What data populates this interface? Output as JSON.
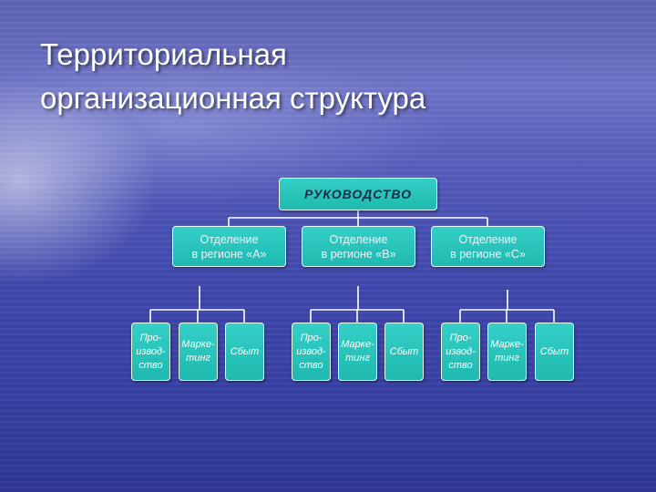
{
  "slide": {
    "title_line1": "Территориальная",
    "title_line2": "организационная структура"
  },
  "org_chart": {
    "root": "РУКОВОДСТВО",
    "departments": [
      {
        "label": "Отделение\nв регионе «А»",
        "units": [
          "Про-\nизвод-\nство",
          "Марке-\nтинг",
          "Сбыт"
        ]
      },
      {
        "label": "Отделение\nв регионе «В»",
        "units": [
          "Про-\nизвод-\nство",
          "Марке-\nтинг",
          "Сбыт"
        ]
      },
      {
        "label": "Отделение\nв регионе «С»",
        "units": [
          "Про-\nизвод-\nство",
          "Марке-\nтинг",
          "Сбыт"
        ]
      }
    ]
  },
  "colors": {
    "box_fill": "#2ac3ba",
    "box_border": "#e9fbfa",
    "connector": "#ffffff",
    "background": "#4a52b5"
  }
}
